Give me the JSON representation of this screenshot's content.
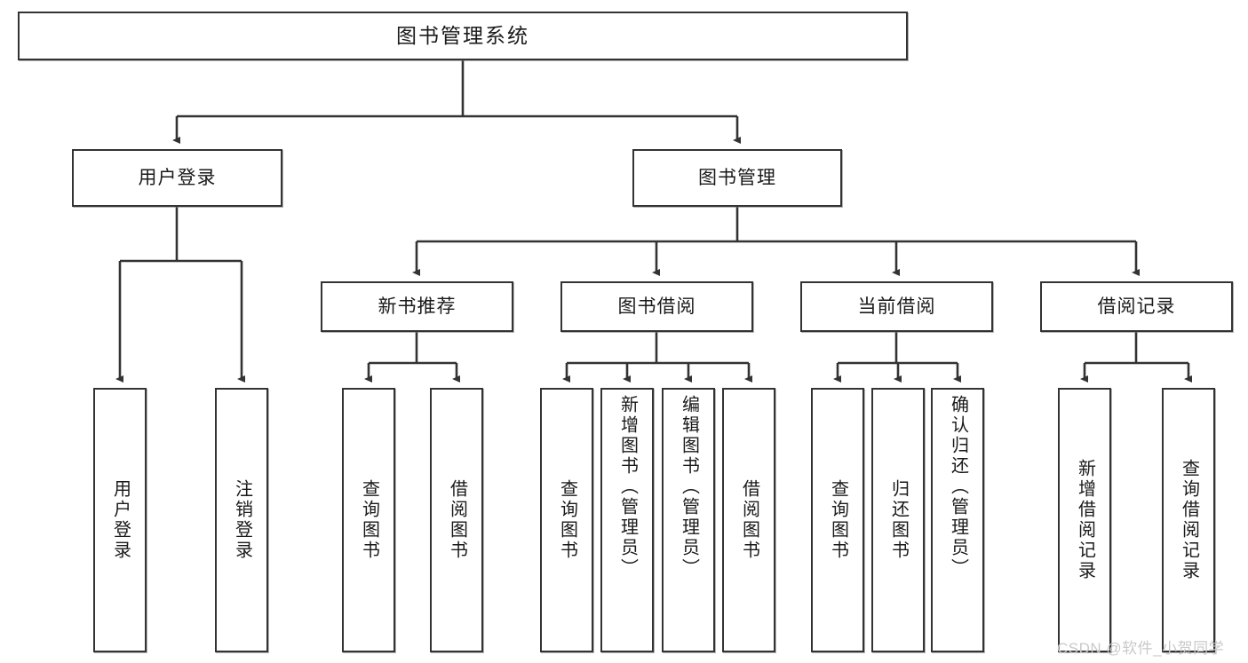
{
  "diagram": {
    "type": "tree-hierarchy",
    "title": "图书管理系统",
    "root": {
      "id": "root",
      "label": "图书管理系统",
      "orientation": "horizontal"
    },
    "level2": [
      {
        "id": "user-login",
        "label": "用户登录",
        "orientation": "horizontal"
      },
      {
        "id": "book-management",
        "label": "图书管理",
        "orientation": "horizontal"
      }
    ],
    "level3": [
      {
        "id": "new-book-recommend",
        "label": "新书推荐",
        "orientation": "horizontal",
        "parent": "book-management"
      },
      {
        "id": "book-borrow",
        "label": "图书借阅",
        "orientation": "horizontal",
        "parent": "book-management"
      },
      {
        "id": "current-borrow",
        "label": "当前借阅",
        "orientation": "horizontal",
        "parent": "book-management"
      },
      {
        "id": "borrow-record",
        "label": "借阅记录",
        "orientation": "horizontal",
        "parent": "book-management"
      }
    ],
    "leaves": [
      {
        "id": "leaf-user-login",
        "label": "用户登录",
        "orientation": "vertical",
        "parent": "user-login"
      },
      {
        "id": "leaf-user-logout",
        "label": "注销登录",
        "orientation": "vertical",
        "parent": "user-login"
      },
      {
        "id": "leaf-query-book-1",
        "label": "查询图书",
        "orientation": "vertical",
        "parent": "new-book-recommend"
      },
      {
        "id": "leaf-borrow-book-1",
        "label": "借阅图书",
        "orientation": "vertical",
        "parent": "new-book-recommend"
      },
      {
        "id": "leaf-query-book-2",
        "label": "查询图书",
        "orientation": "vertical",
        "parent": "book-borrow"
      },
      {
        "id": "leaf-add-book",
        "label": "新增图书（管理员）",
        "orientation": "vertical",
        "parent": "book-borrow"
      },
      {
        "id": "leaf-edit-book",
        "label": "编辑图书（管理员）",
        "orientation": "vertical",
        "parent": "book-borrow"
      },
      {
        "id": "leaf-borrow-book-2",
        "label": "借阅图书",
        "orientation": "vertical",
        "parent": "book-borrow"
      },
      {
        "id": "leaf-query-book-3",
        "label": "查询图书",
        "orientation": "vertical",
        "parent": "current-borrow"
      },
      {
        "id": "leaf-return-book",
        "label": "归还图书",
        "orientation": "vertical",
        "parent": "current-borrow"
      },
      {
        "id": "leaf-confirm-return",
        "label": "确认归还（管理员）",
        "orientation": "vertical",
        "parent": "current-borrow"
      },
      {
        "id": "leaf-add-record",
        "label": "新增借阅记录",
        "orientation": "vertical",
        "parent": "borrow-record"
      },
      {
        "id": "leaf-query-record",
        "label": "查询借阅记录",
        "orientation": "vertical",
        "parent": "borrow-record"
      }
    ],
    "watermark": "CSDN @软件_小贺同学",
    "colors": {
      "box_border": "#333333",
      "box_fill": "#ffffff",
      "connector": "#333333",
      "text": "#1a1a1a",
      "watermark": "#c9c9c9",
      "background": "#ffffff"
    }
  }
}
